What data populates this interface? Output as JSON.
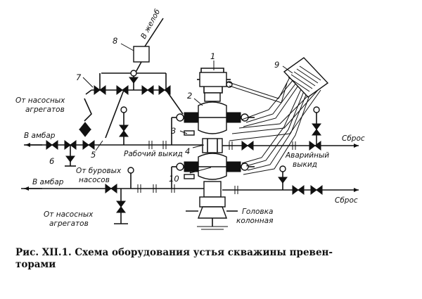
{
  "caption": {
    "line1": "Рис. XII.1. Схема оборудования устья скважины превен-",
    "line2": "торами"
  },
  "labels": {
    "to_trough": "В желоб",
    "from_pumps_top_1": "От насосных",
    "from_pumps_top_2": "агрегатов",
    "to_pit_top": "В амбар",
    "working_outlet": "Рабочий выкид",
    "from_drilling_pumps_1": "От буровых",
    "from_drilling_pumps_2": "насосов",
    "to_pit_bottom": "В амбар",
    "from_pumps_bottom_1": "От насосных",
    "from_pumps_bottom_2": "агрегатов",
    "discharge_top": "Сброс",
    "emergency_outlet_1": "Аварийный",
    "emergency_outlet_2": "выкид",
    "discharge_bottom": "Сброс",
    "casing_head_1": "Головка",
    "casing_head_2": "колонная"
  },
  "numbers": {
    "n1": "1",
    "n2": "2",
    "n3": "3",
    "n4": "4",
    "n5": "5",
    "n6": "6",
    "n7": "7",
    "n8": "8",
    "n9": "9",
    "n10": "10"
  }
}
